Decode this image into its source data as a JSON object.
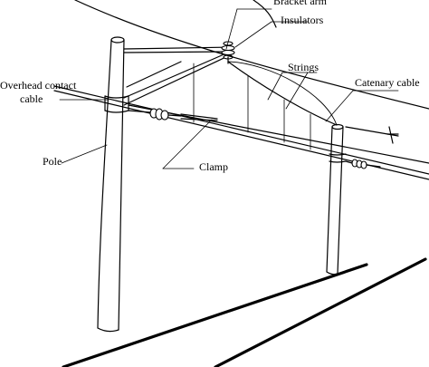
{
  "diagram": {
    "labels": {
      "bracket_arm": "Bracket arm",
      "insulators": "Insulators",
      "strings": "Strings",
      "catenary_cable": "Catenary cable",
      "overhead_contact_line1": "Overhead contact",
      "overhead_contact_line2": "cable",
      "pole": "Pole",
      "clamp": "Clamp"
    },
    "colors": {
      "line": "#000000",
      "background": "#ffffff"
    }
  }
}
